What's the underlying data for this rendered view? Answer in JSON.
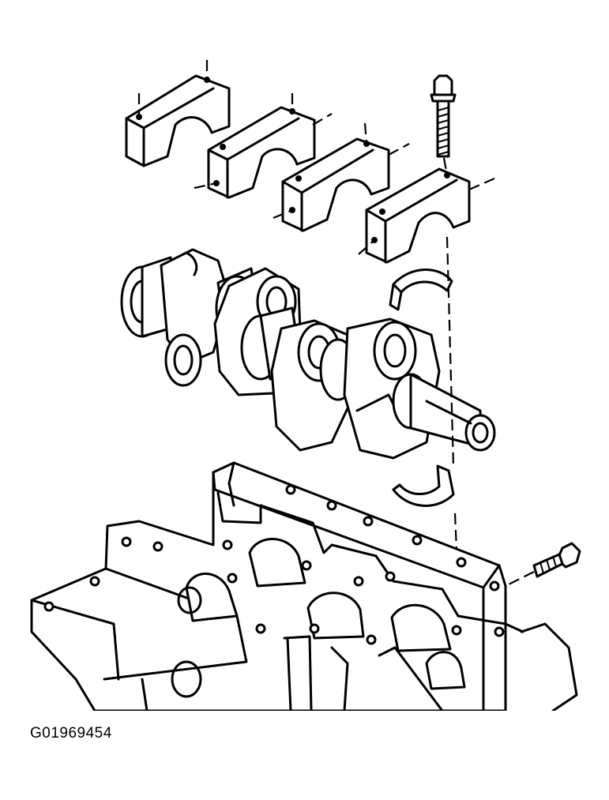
{
  "figure": {
    "id_label": "G01969454"
  },
  "parts": [
    {
      "name": "main-bearing-cap",
      "count": 4
    },
    {
      "name": "main-bearing-cap-bolt",
      "count": 1
    },
    {
      "name": "crankshaft",
      "count": 1
    },
    {
      "name": "upper-bearing-insert",
      "count": 1
    },
    {
      "name": "lower-bearing-insert",
      "count": 1
    },
    {
      "name": "engine-block",
      "count": 1
    },
    {
      "name": "side-bolt",
      "count": 1
    }
  ]
}
